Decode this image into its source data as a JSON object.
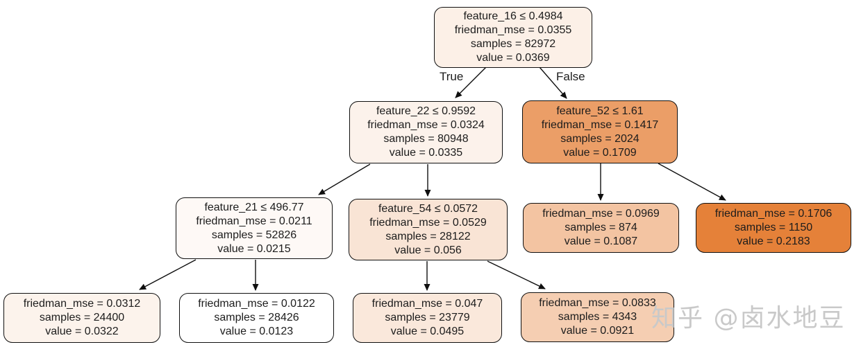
{
  "figure": {
    "type": "gradient-boosting decision tree plot",
    "criterion": "friedman_mse",
    "watermark_text": "知乎 @卤水地豆",
    "colors": {
      "border": "#0f0f0f",
      "text": "#1c1c1c",
      "fill_min": "#ffffff",
      "fill_max": "#e58139",
      "watermark": "#c9c9c9"
    }
  },
  "edge_labels": {
    "true": "True",
    "false": "False"
  },
  "nodes": [
    {
      "id": "root",
      "fill": "#fcf0e7",
      "lines": [
        "feature_16 ≤ 0.4984",
        "friedman_mse = 0.0355",
        "samples = 82972",
        "value = 0.0369"
      ]
    },
    {
      "id": "l2-left",
      "fill": "#fcf2eb",
      "lines": [
        "feature_22 ≤ 0.9592",
        "friedman_mse = 0.0324",
        "samples = 80948",
        "value = 0.0335"
      ]
    },
    {
      "id": "l2-right",
      "fill": "#eb9e67",
      "lines": [
        "feature_52 ≤ 1.61",
        "friedman_mse = 0.1417",
        "samples = 2024",
        "value = 0.1709"
      ]
    },
    {
      "id": "l3-node-1",
      "fill": "#fef9f6",
      "lines": [
        "feature_21 ≤ 496.77",
        "friedman_mse = 0.0211",
        "samples = 52826",
        "value = 0.0215"
      ]
    },
    {
      "id": "l3-node-2",
      "fill": "#f9e4d5",
      "lines": [
        "feature_54 ≤ 0.0572",
        "friedman_mse = 0.0529",
        "samples = 28122",
        "value = 0.056"
      ]
    },
    {
      "id": "l3-leaf-3",
      "fill": "#f3c4a2",
      "lines": [
        "friedman_mse = 0.0969",
        "samples = 874",
        "value = 0.1087"
      ]
    },
    {
      "id": "l3-leaf-4",
      "fill": "#e58139",
      "lines": [
        "friedman_mse = 0.1706",
        "samples = 1150",
        "value = 0.2183"
      ]
    },
    {
      "id": "l4-leaf-1",
      "fill": "#fcf3ec",
      "lines": [
        "friedman_mse = 0.0312",
        "samples = 24400",
        "value = 0.0322"
      ]
    },
    {
      "id": "l4-leaf-2",
      "fill": "#ffffff",
      "lines": [
        "friedman_mse = 0.0122",
        "samples = 28426",
        "value = 0.0123"
      ]
    },
    {
      "id": "l4-leaf-3",
      "fill": "#fae8db",
      "lines": [
        "friedman_mse = 0.047",
        "samples = 23779",
        "value = 0.0495"
      ]
    },
    {
      "id": "l4-leaf-4",
      "fill": "#f5ceb2",
      "lines": [
        "friedman_mse = 0.0833",
        "samples = 4343",
        "value = 0.0921"
      ]
    }
  ]
}
